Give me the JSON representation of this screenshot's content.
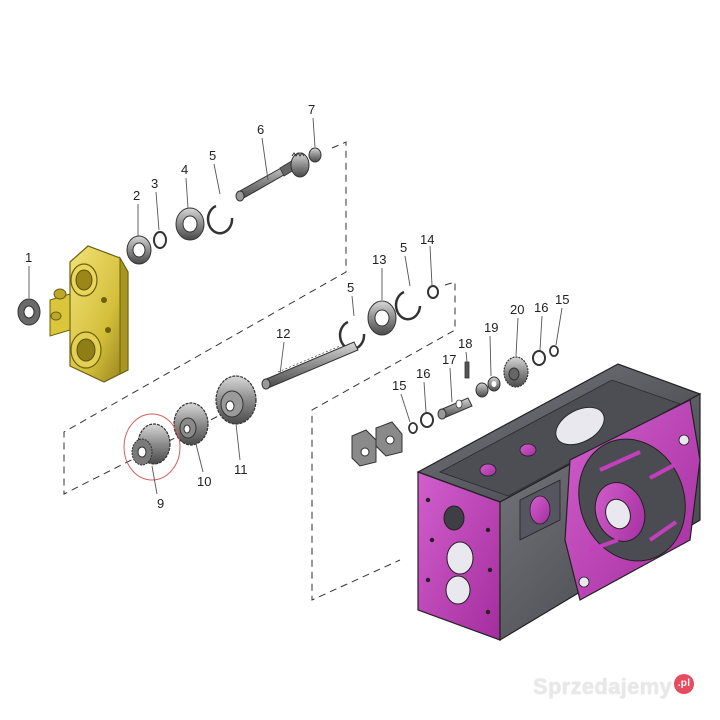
{
  "part_numbers": [
    "1",
    "2",
    "3",
    "4",
    "5",
    "6",
    "7",
    "5",
    "13",
    "14",
    "5",
    "12",
    "9",
    "10",
    "11",
    "15",
    "16",
    "17",
    "18",
    "19",
    "20",
    "16",
    "15"
  ],
  "watermark": {
    "text": "Sprzedajemy",
    "badge": ".pl"
  },
  "colors": {
    "housing_yellow": "#d9c63a",
    "gearbox_magenta": "#c33fbd",
    "gearbox_grey": "#5f5f66",
    "part_grey": "#8a8a8a",
    "callout_circle": "#d85c5c"
  }
}
